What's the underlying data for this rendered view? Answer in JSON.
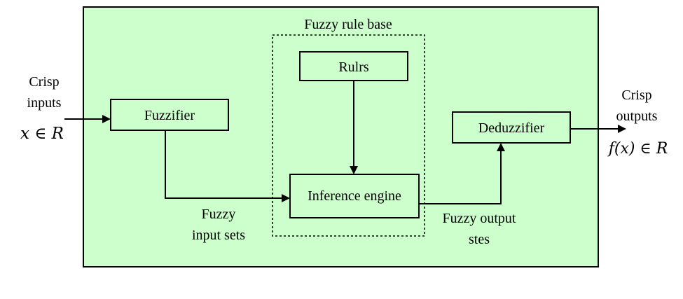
{
  "diagram": {
    "colors": {
      "background": "#ffffff",
      "panel_fill": "#ccffcc",
      "box_fill": "#ccffcc",
      "stroke": "#000000"
    },
    "rule_base_label": "Fuzzy rule base",
    "nodes": {
      "fuzzifier": "Fuzzifier",
      "rules": "Rulrs",
      "inference_engine": "Inference engine",
      "defuzzifier": "Deduzzifier"
    },
    "inputs": {
      "line1": "Crisp",
      "line2": "inputs",
      "math": "x ∈ R"
    },
    "outputs": {
      "line1": "Crisp",
      "line2": "outputs",
      "math": "f(x) ∈ R"
    },
    "edge_labels": {
      "fuzzy_input_sets_line1": "Fuzzy",
      "fuzzy_input_sets_line2": "input sets",
      "fuzzy_output_sets_line1": "Fuzzy output",
      "fuzzy_output_sets_line2": "stes"
    }
  }
}
